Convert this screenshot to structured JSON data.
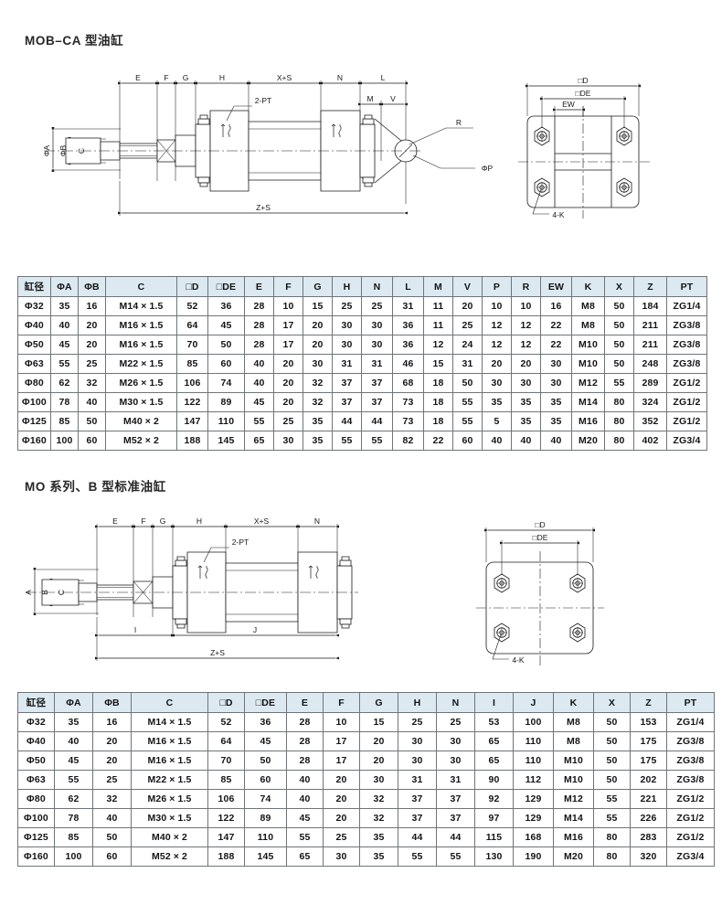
{
  "sections": [
    {
      "title": "MOB–CA 型油缸"
    },
    {
      "title": "MO 系列、B 型标准油缸"
    }
  ],
  "drawing_labels": {
    "cyl1": [
      "E",
      "F",
      "G",
      "H",
      "X+S",
      "N",
      "L",
      "M",
      "V",
      "2-PT",
      "ΦA",
      "ΦB",
      "C",
      "Z+S",
      "R",
      "ΦP"
    ],
    "end1": [
      "□D",
      "□DE",
      "EW",
      "4-K"
    ],
    "cyl2": [
      "E",
      "F",
      "G",
      "H",
      "X+S",
      "N",
      "2-PT",
      "A",
      "B",
      "C",
      "I",
      "J",
      "Z+S"
    ],
    "end2": [
      "□D",
      "□DE",
      "4-K"
    ]
  },
  "table1": {
    "headers": [
      "缸径",
      "ΦA",
      "ΦB",
      "C",
      "□D",
      "□DE",
      "E",
      "F",
      "G",
      "H",
      "N",
      "L",
      "M",
      "V",
      "P",
      "R",
      "EW",
      "K",
      "X",
      "Z",
      "PT"
    ],
    "rows": [
      [
        "Φ32",
        "35",
        "16",
        "M14 × 1.5",
        "52",
        "36",
        "28",
        "10",
        "15",
        "25",
        "25",
        "31",
        "11",
        "20",
        "10",
        "10",
        "16",
        "M8",
        "50",
        "184",
        "ZG1/4"
      ],
      [
        "Φ40",
        "40",
        "20",
        "M16 × 1.5",
        "64",
        "45",
        "28",
        "17",
        "20",
        "30",
        "30",
        "36",
        "11",
        "25",
        "12",
        "12",
        "22",
        "M8",
        "50",
        "211",
        "ZG3/8"
      ],
      [
        "Φ50",
        "45",
        "20",
        "M16 × 1.5",
        "70",
        "50",
        "28",
        "17",
        "20",
        "30",
        "30",
        "36",
        "12",
        "24",
        "12",
        "12",
        "22",
        "M10",
        "50",
        "211",
        "ZG3/8"
      ],
      [
        "Φ63",
        "55",
        "25",
        "M22 × 1.5",
        "85",
        "60",
        "40",
        "20",
        "30",
        "31",
        "31",
        "46",
        "15",
        "31",
        "20",
        "20",
        "30",
        "M10",
        "50",
        "248",
        "ZG3/8"
      ],
      [
        "Φ80",
        "62",
        "32",
        "M26 × 1.5",
        "106",
        "74",
        "40",
        "20",
        "32",
        "37",
        "37",
        "68",
        "18",
        "50",
        "30",
        "30",
        "30",
        "M12",
        "55",
        "289",
        "ZG1/2"
      ],
      [
        "Φ100",
        "78",
        "40",
        "M30 × 1.5",
        "122",
        "89",
        "45",
        "20",
        "32",
        "37",
        "37",
        "73",
        "18",
        "55",
        "35",
        "35",
        "35",
        "M14",
        "80",
        "324",
        "ZG1/2"
      ],
      [
        "Φ125",
        "85",
        "50",
        "M40 × 2",
        "147",
        "110",
        "55",
        "25",
        "35",
        "44",
        "44",
        "73",
        "18",
        "55",
        "5",
        "35",
        "35",
        "M16",
        "80",
        "352",
        "ZG1/2"
      ],
      [
        "Φ160",
        "100",
        "60",
        "M52 × 2",
        "188",
        "145",
        "65",
        "30",
        "35",
        "55",
        "55",
        "82",
        "22",
        "60",
        "40",
        "40",
        "40",
        "M20",
        "80",
        "402",
        "ZG3/4"
      ]
    ]
  },
  "table2": {
    "headers": [
      "缸径",
      "ΦA",
      "ΦB",
      "C",
      "□D",
      "□DE",
      "E",
      "F",
      "G",
      "H",
      "N",
      "I",
      "J",
      "K",
      "X",
      "Z",
      "PT"
    ],
    "rows": [
      [
        "Φ32",
        "35",
        "16",
        "M14 × 1.5",
        "52",
        "36",
        "28",
        "10",
        "15",
        "25",
        "25",
        "53",
        "100",
        "M8",
        "50",
        "153",
        "ZG1/4"
      ],
      [
        "Φ40",
        "40",
        "20",
        "M16 × 1.5",
        "64",
        "45",
        "28",
        "17",
        "20",
        "30",
        "30",
        "65",
        "110",
        "M8",
        "50",
        "175",
        "ZG3/8"
      ],
      [
        "Φ50",
        "45",
        "20",
        "M16 × 1.5",
        "70",
        "50",
        "28",
        "17",
        "20",
        "30",
        "30",
        "65",
        "110",
        "M10",
        "50",
        "175",
        "ZG3/8"
      ],
      [
        "Φ63",
        "55",
        "25",
        "M22 × 1.5",
        "85",
        "60",
        "40",
        "20",
        "30",
        "31",
        "31",
        "90",
        "112",
        "M10",
        "50",
        "202",
        "ZG3/8"
      ],
      [
        "Φ80",
        "62",
        "32",
        "M26 × 1.5",
        "106",
        "74",
        "40",
        "20",
        "32",
        "37",
        "37",
        "92",
        "129",
        "M12",
        "55",
        "221",
        "ZG1/2"
      ],
      [
        "Φ100",
        "78",
        "40",
        "M30 × 1.5",
        "122",
        "89",
        "45",
        "20",
        "32",
        "37",
        "37",
        "97",
        "129",
        "M14",
        "55",
        "226",
        "ZG1/2"
      ],
      [
        "Φ125",
        "85",
        "50",
        "M40 × 2",
        "147",
        "110",
        "55",
        "25",
        "35",
        "44",
        "44",
        "115",
        "168",
        "M16",
        "80",
        "283",
        "ZG1/2"
      ],
      [
        "Φ160",
        "100",
        "60",
        "M52 × 2",
        "188",
        "145",
        "65",
        "30",
        "35",
        "55",
        "55",
        "130",
        "190",
        "M20",
        "80",
        "320",
        "ZG3/4"
      ]
    ]
  },
  "colors": {
    "header_bg": "#dce9f1",
    "border": "#6e7579",
    "line": "#1a1a1a",
    "fill": "#ffffff"
  }
}
